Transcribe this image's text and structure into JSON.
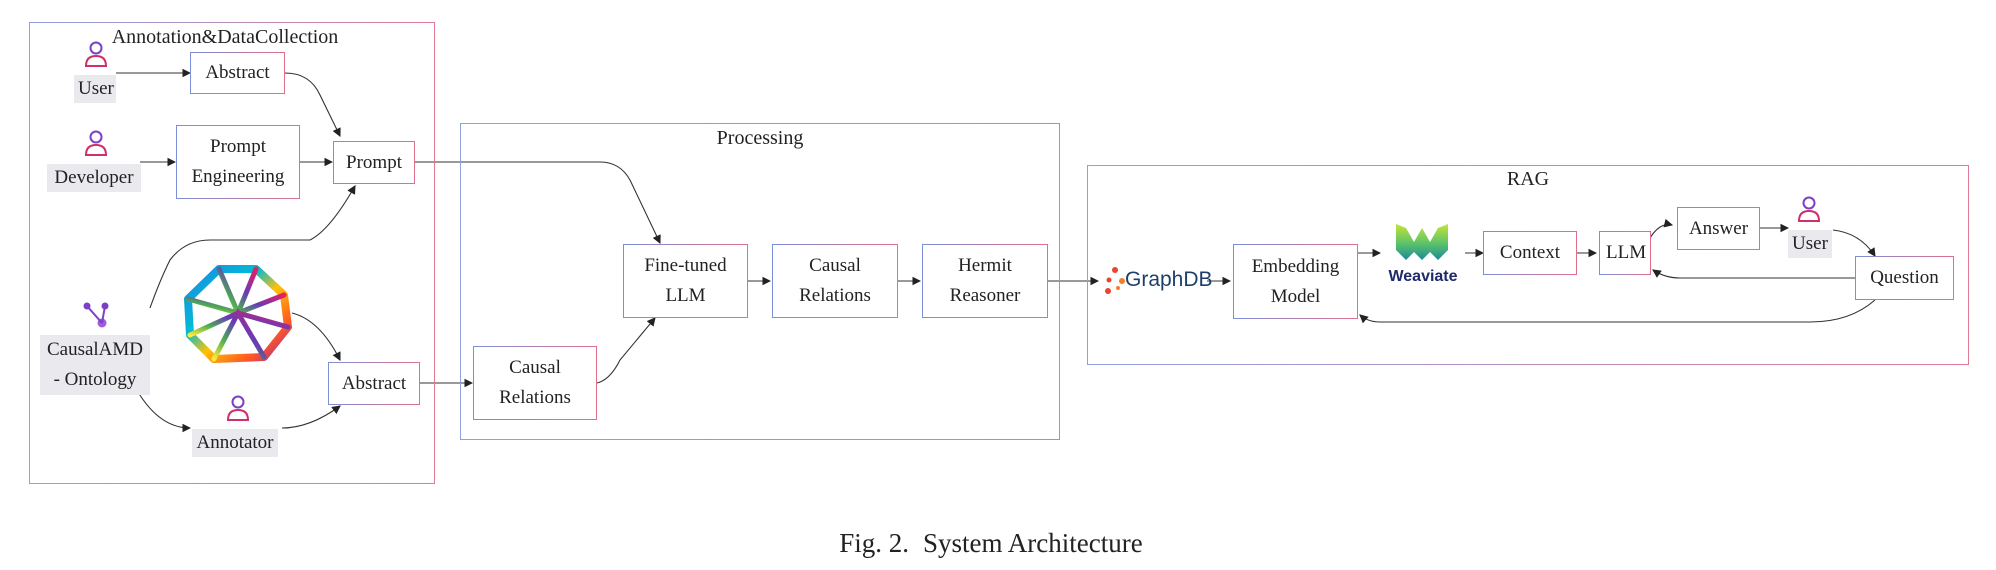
{
  "groups": {
    "annotation": "Annotation&DataCollection",
    "processing": "Processing",
    "rag": "RAG"
  },
  "nodes": {
    "user1": "User",
    "developer": "Developer",
    "causalamd": "CausalAMD\n- Ontology",
    "annotator": "Annotator",
    "abstract1": "Abstract",
    "prompt_engineering": "Prompt\nEngineering",
    "prompt": "Prompt",
    "abstract2": "Abstract",
    "causal_relations1": "Causal\nRelations",
    "finetuned_llm": "Fine-tuned\nLLM",
    "causal_relations2": "Causal\nRelations",
    "hermit": "Hermit\nReasoner",
    "graphdb": "GraphDB",
    "embedding": "Embedding\nModel",
    "weaviate": "Weaviate",
    "context": "Context",
    "llm": "LLM",
    "answer": "Answer",
    "user2": "User",
    "question": "Question"
  },
  "caption": {
    "label": "Fig. 2.",
    "text": "System Architecture"
  },
  "colors": {
    "border_blue": "#7b8fd8",
    "border_pink": "#e0708c",
    "person_icon": "#7b3fc8",
    "tag_bg": "#e9e9ee"
  }
}
